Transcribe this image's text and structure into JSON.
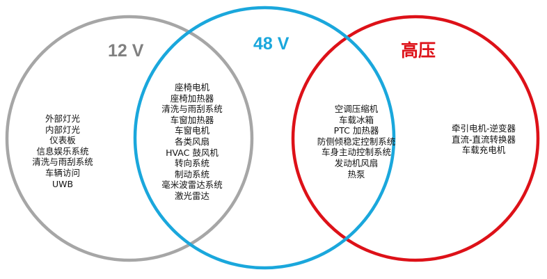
{
  "colors": {
    "v12": "#a6a6a6",
    "v48": "#1aa7dc",
    "hv": "#dd1118",
    "v12_title": "#808080"
  },
  "sets": {
    "v12": {
      "title": "12 V"
    },
    "v48": {
      "title": "48 V"
    },
    "hv": {
      "title": "高压"
    }
  },
  "regions": {
    "v12_only": [
      "外部灯光",
      "内部灯光",
      "仪表板",
      "信息娱乐系统",
      "清洗与雨刮系统",
      "车辆访问",
      "UWB"
    ],
    "v12_v48": [
      "座椅电机",
      "座椅加热器",
      "清洗与雨刮系统",
      "车窗加热器",
      "车窗电机",
      "各类风扇",
      "HVAC 鼓风机",
      "转向系统",
      "制动系统",
      "毫米波雷达系统",
      "激光雷达"
    ],
    "v48_hv": [
      "空调压缩机",
      "车载冰箱",
      "PTC 加热器",
      "防侧倾稳定控制系统",
      "车身主动控制系统",
      "发动机风扇",
      "热泵"
    ],
    "hv_only": [
      "牵引电机-逆变器",
      "直流-直流转换器",
      "车载充电机"
    ]
  }
}
